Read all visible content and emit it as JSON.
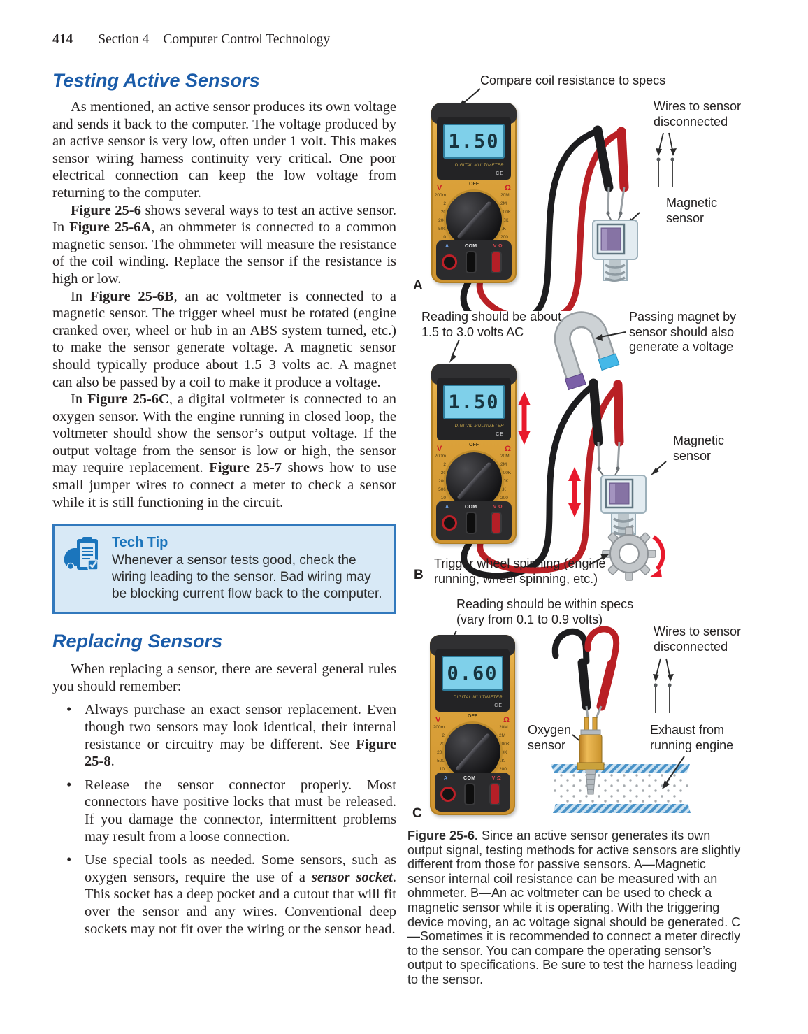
{
  "page": {
    "number": "414",
    "section": "Section 4",
    "title": "Computer Control Technology"
  },
  "left_column": {
    "heading_testing": "Testing Active Sensors",
    "para1": [
      {
        "t": "As mentioned, an active sensor produces its own voltage and sends it back to the computer. The voltage produced by an active sensor is very low, often under 1 volt. This makes sensor wiring harness continuity very critical. One poor electrical connection can keep the low voltage from returning to the computer."
      }
    ],
    "para2": [
      {
        "t": "Figure 25-6",
        "b": true
      },
      {
        "t": " shows several ways to test an active sensor. In "
      },
      {
        "t": "Figure 25-6A",
        "b": true
      },
      {
        "t": ", an ohmmeter is connected to a common magnetic sensor. The ohmmeter will measure the resistance of the coil winding. Replace the sensor if the resistance is high or low."
      }
    ],
    "para3": [
      {
        "t": "In "
      },
      {
        "t": "Figure 25-6B",
        "b": true
      },
      {
        "t": ", an ac voltmeter is connected to a magnetic sensor. The trigger wheel must be rotated (engine cranked over, wheel or hub in an ABS system turned, etc.) to make the sensor generate voltage. A magnetic sensor should typically produce about 1.5–3 volts ac. A magnet can also be passed by a coil to make it produce a voltage."
      }
    ],
    "para4": [
      {
        "t": "In "
      },
      {
        "t": "Figure 25-6C",
        "b": true
      },
      {
        "t": ", a digital voltmeter is connected to an oxygen sensor. With the engine running in closed loop, the voltmeter should show the sensor’s output voltage. If the output voltage from the sensor is low or high, the sensor may require replacement. "
      },
      {
        "t": "Figure 25-7",
        "b": true
      },
      {
        "t": " shows how to use small jumper wires to connect a meter to check a sensor while it is still functioning in the circuit."
      }
    ],
    "tech_tip": {
      "title": "Tech Tip",
      "body": "Whenever a sensor tests good, check the wiring leading to the sensor. Bad wiring may be blocking current flow back to the computer."
    },
    "heading_replacing": "Replacing Sensors",
    "replacing_intro": "When replacing a sensor, there are several general rules you should remember:",
    "bullets": [
      [
        {
          "t": "Always purchase an exact sensor replacement. Even though two sensors may look identical, their internal resistance or circuitry may be different. See "
        },
        {
          "t": "Figure 25-8",
          "b": true
        },
        {
          "t": "."
        }
      ],
      [
        {
          "t": "Release the sensor connector properly. Most connectors have positive locks that must be released. If you damage the connector, intermittent problems may result from a loose connection."
        }
      ],
      [
        {
          "t": "Use special tools as needed. Some sensors, such as oxygen sensors, require the use of a "
        },
        {
          "t": "sensor socket",
          "b": true,
          "i": true
        },
        {
          "t": ". This socket has a deep pocket and a cutout that will fit over the sensor and any wires. Conventional deep sockets may not fit over the wiring or the sensor head."
        }
      ]
    ]
  },
  "figure": {
    "panel_a": {
      "letter": "A",
      "callout_top": "Compare coil resistance to specs",
      "callout_wires": "Wires to sensor disconnected",
      "callout_sensor": "Magnetic sensor",
      "reading": "1.50"
    },
    "panel_b": {
      "letter": "B",
      "callout_reading": "Reading should be about 1.5 to 3.0 volts AC",
      "callout_magnet": "Passing magnet by sensor should also generate a voltage",
      "callout_sensor": "Magnetic sensor",
      "callout_trigger": "Trigger wheel spinning (engine running, wheel spinning, etc.)",
      "reading": "1.50"
    },
    "panel_c": {
      "letter": "C",
      "callout_reading": "Reading should be within specs (vary from 0.1 to 0.9 volts)",
      "callout_wires": "Wires to sensor disconnected",
      "callout_oxygen": "Oxygen sensor",
      "callout_exhaust": "Exhaust from running engine",
      "reading": "0.60"
    },
    "caption": {
      "lead": "Figure 25-6.",
      "body": "  Since an active sensor generates its own output signal, testing methods for active sensors are slightly different from those for passive sensors. A—Magnetic sensor internal coil resistance can be measured with an ohmmeter. B—An ac voltmeter can be used to check a magnetic sensor while it is operating. With the triggering device moving, an ac voltage signal should be generated. C—Sometimes it is recommended to connect a meter directly to the sensor. You can compare the operating sensor’s output to specifications. Be sure to test the harness leading to the sensor."
    }
  },
  "meter": {
    "brand": "DIGITAL MULTIMETER",
    "ce_mark": "CE",
    "dial": {
      "off": "OFF",
      "volts": "V",
      "ohms": "Ω",
      "amps": "A",
      "left_ranges": "200m\n2\n20\n200\n500\n10",
      "right_ranges": "20M\n2M\n200K\n20K\n2K\n200"
    },
    "jacks": {
      "amps": "A",
      "com": "COM",
      "volts_ohms": "V Ω"
    }
  },
  "colors": {
    "heading_blue": "#1b5ca9",
    "techtip_blue": "#1b75bc",
    "meter_gold": "#dda43c",
    "lcd_blue": "#7fd0ea",
    "lead_red": "#b92025",
    "arrow_red": "#e8192c",
    "exhaust_blue": "#4a93c8"
  }
}
